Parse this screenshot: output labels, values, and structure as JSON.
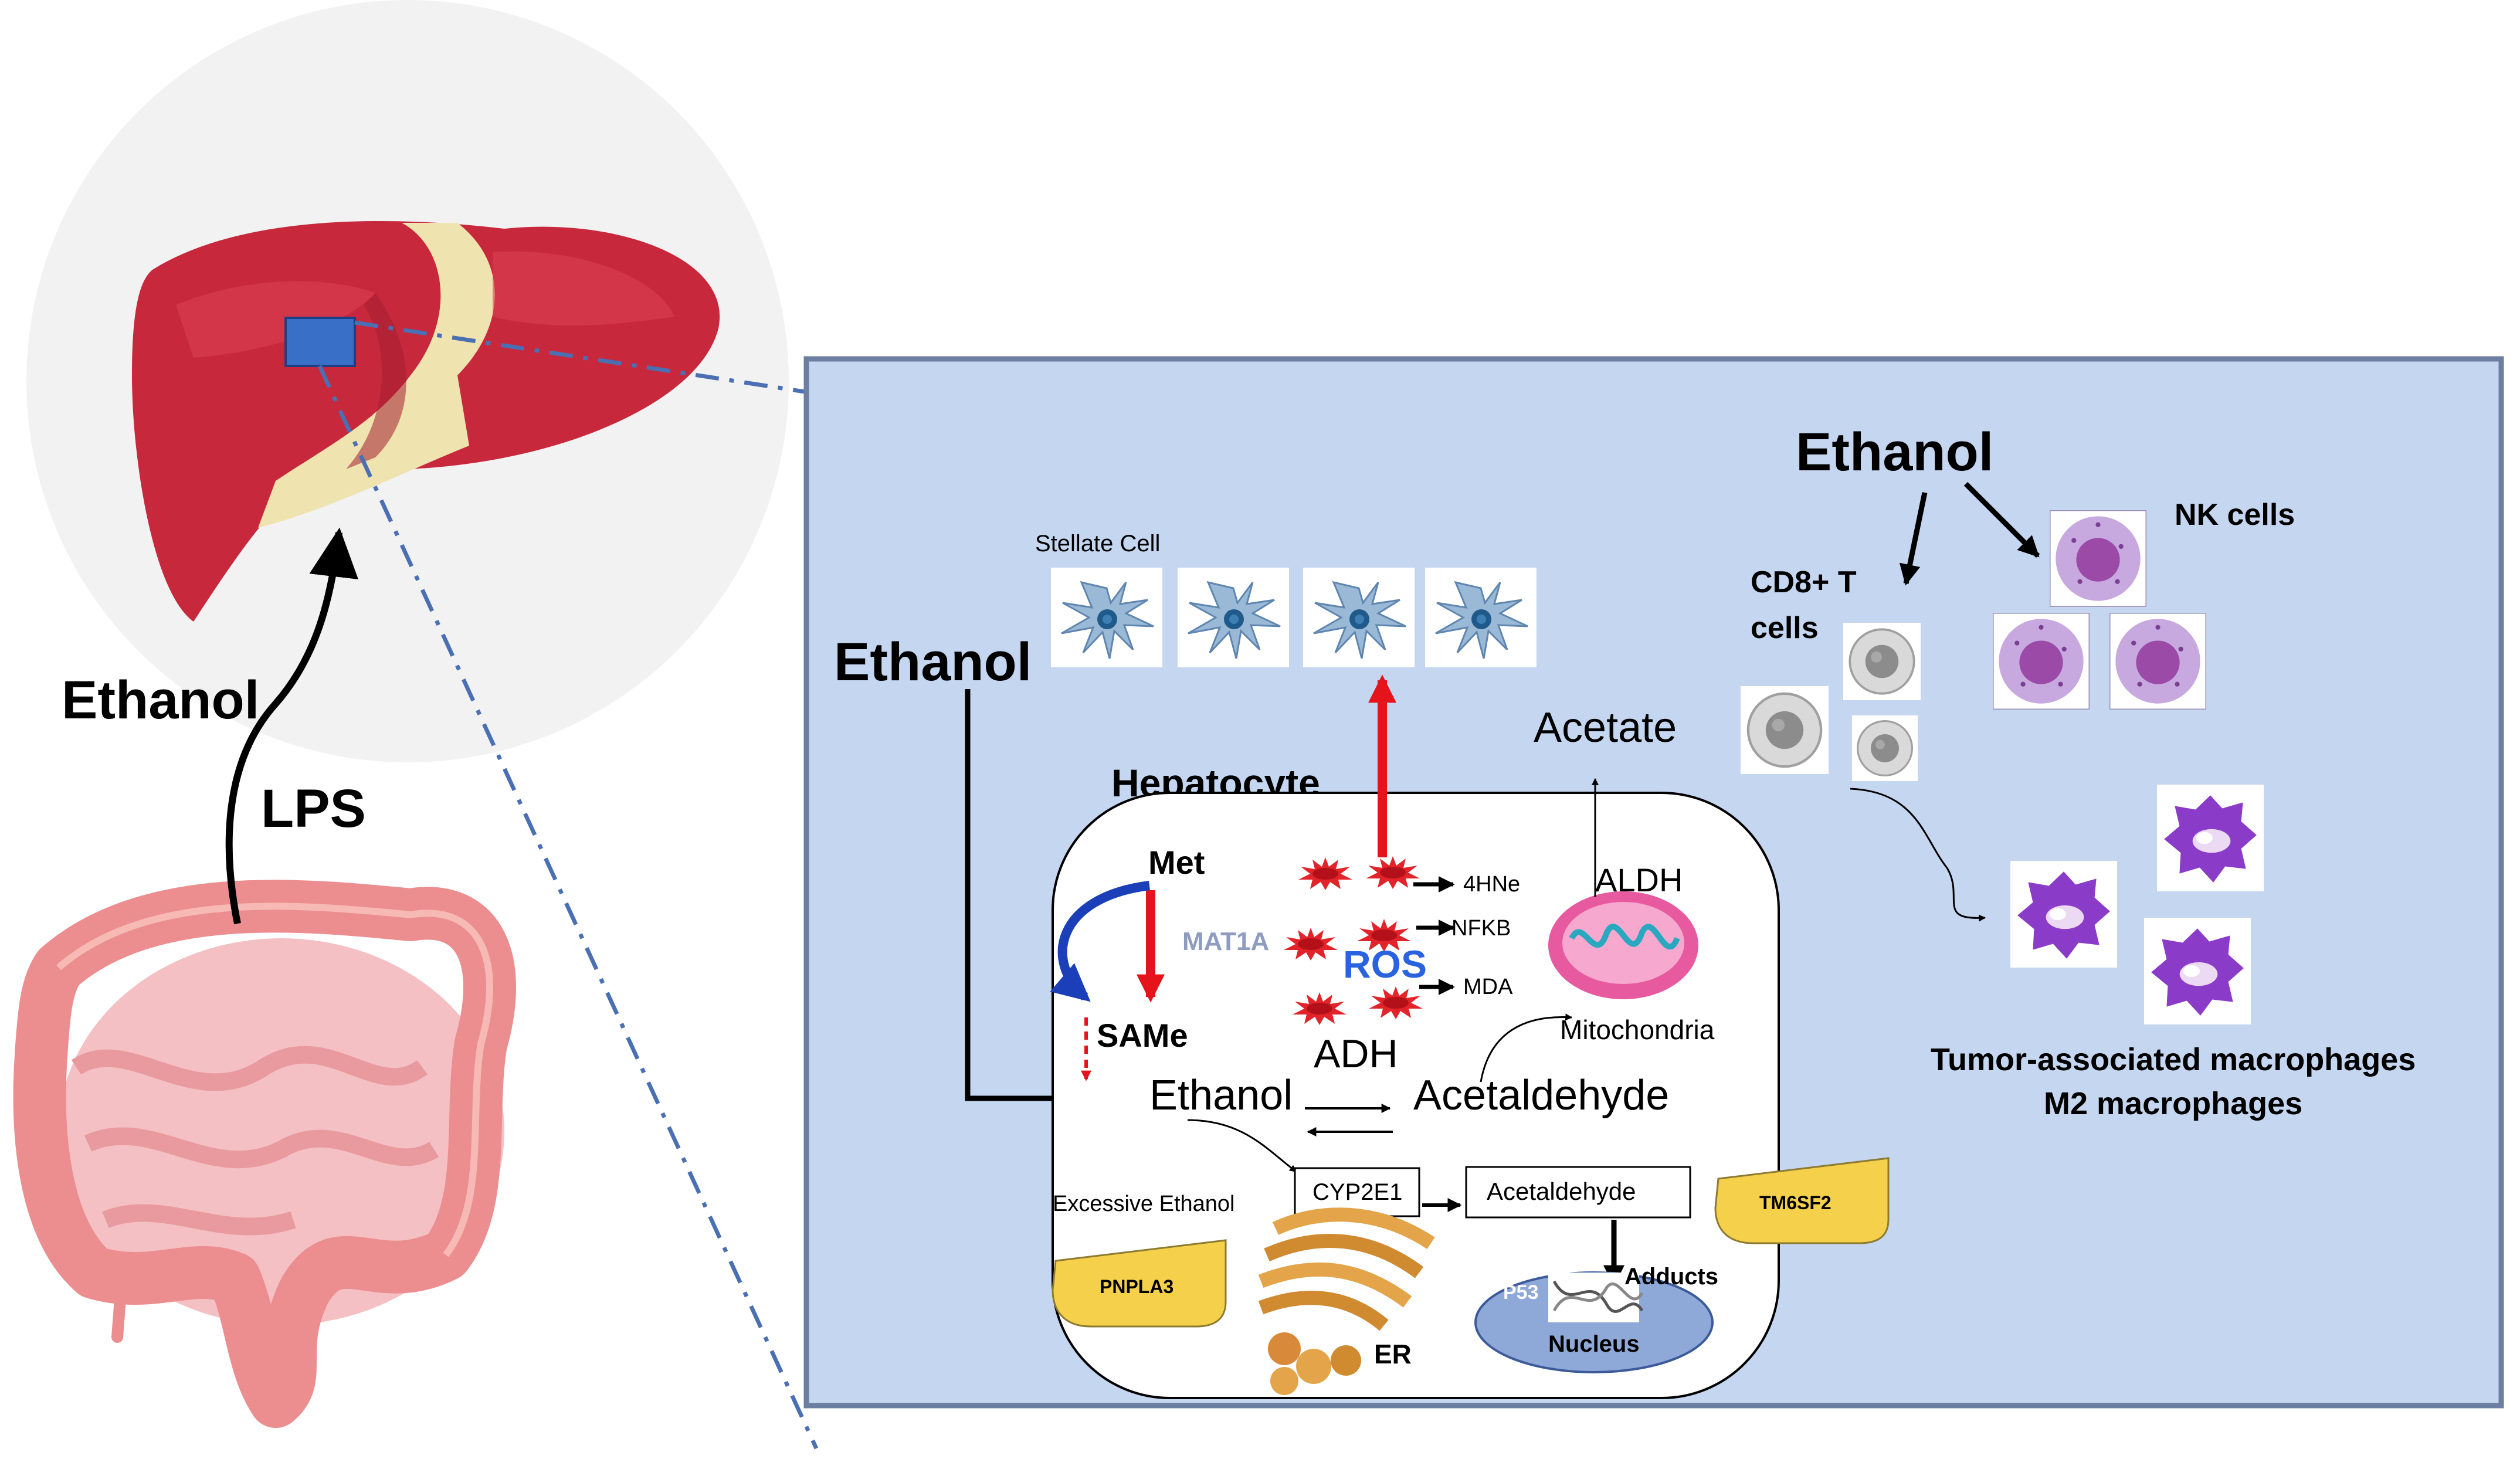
{
  "left_panel": {
    "ethanol": "Ethanol",
    "lps": "LPS"
  },
  "cell_panel": {
    "ethanol_left": "Ethanol",
    "ethanol_right": "Ethanol",
    "stellate_cell": "Stellate Cell",
    "hepatocyte": "Hepatocyte",
    "met": "Met",
    "mat1a": "MAT1A",
    "same": "SAMe",
    "ros": "ROS",
    "hne": "4HNe",
    "nfkb": "NFKB",
    "mda": "MDA",
    "aldh": "ALDH",
    "acetate": "Acetate",
    "mitochondria": "Mitochondria",
    "adh": "ADH",
    "ethanol_inner": "Ethanol",
    "acetaldehyde_big": "Acetaldehyde",
    "excessive_ethanol": "Excessive Ethanol",
    "cyp2e1": "CYP2E1",
    "acetaldehyde_box": "Acetaldehyde",
    "tm6sf2": "TM6SF2",
    "pnpla3": "PNPLA3",
    "p53": "P53",
    "adducts": "Adducts",
    "nucleus": "Nucleus",
    "er": "ER",
    "cd8_line1": "CD8+ T",
    "cd8_line2": "cells",
    "nk_cells": "NK cells",
    "tam_line1": "Tumor-associated macrophages",
    "tam_line2": "M2 macrophages"
  },
  "colors": {
    "panel_bg": "#c5d6f0",
    "panel_border": "#6c7fa0",
    "liver": "#c8283c",
    "ros_star": "#e2232a",
    "red_arrow": "#e5141b",
    "nucleus": "#8ea9d8",
    "yellow_label": "#f5d04a",
    "dash_line": "#4a6fb3",
    "mitochondria": "#e85aa0",
    "macrophage": "#8a3cc8",
    "nk_cell": "#b88fd0"
  }
}
